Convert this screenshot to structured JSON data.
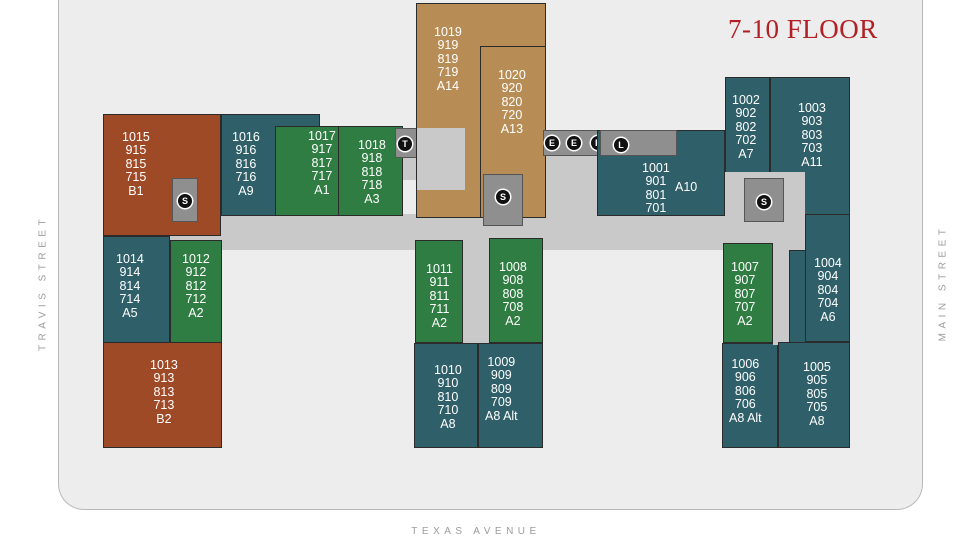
{
  "title": "7-10 FLOOR",
  "streets": {
    "left": "TRAVIS STREET",
    "right": "MAIN STREET",
    "bottom": "TEXAS AVENUE"
  },
  "colors": {
    "type_b": "#9f4a27",
    "type_a_teal": "#2f5f68",
    "type_a_green": "#2f7d42",
    "type_a14": "#b88d55",
    "core": "#9a9a9a",
    "title": "#b21f24"
  },
  "units": {
    "u1015": [
      "1015",
      "915",
      "815",
      "715",
      "B1"
    ],
    "u1016": [
      "1016",
      "916",
      "816",
      "716",
      "A9"
    ],
    "u1017": [
      "1017",
      "917",
      "817",
      "717",
      "A1"
    ],
    "u1018": [
      "1018",
      "918",
      "818",
      "718",
      "A3"
    ],
    "u1019": [
      "1019",
      "919",
      "819",
      "719",
      "A14"
    ],
    "u1020": [
      "1020",
      "920",
      "820",
      "720",
      "A13"
    ],
    "u1001": [
      "1001",
      "901",
      "801",
      "701"
    ],
    "u1001_type": "A10",
    "u1002": [
      "1002",
      "902",
      "802",
      "702",
      "A7"
    ],
    "u1003": [
      "1003",
      "903",
      "803",
      "703",
      "A11"
    ],
    "u1014": [
      "1014",
      "914",
      "814",
      "714",
      "A5"
    ],
    "u1012": [
      "1012",
      "912",
      "812",
      "712",
      "A2"
    ],
    "u1013": [
      "1013",
      "913",
      "813",
      "713",
      "B2"
    ],
    "u1011": [
      "1011",
      "911",
      "811",
      "711",
      "A2"
    ],
    "u1008": [
      "1008",
      "908",
      "808",
      "708",
      "A2"
    ],
    "u1010": [
      "1010",
      "910",
      "810",
      "710",
      "A8"
    ],
    "u1009": [
      "1009",
      "909",
      "809",
      "709",
      "A8 Alt"
    ],
    "u1007": [
      "1007",
      "907",
      "807",
      "707",
      "A2"
    ],
    "u1006": [
      "1006",
      "906",
      "806",
      "706",
      "A8 Alt"
    ],
    "u1004": [
      "1004",
      "904",
      "804",
      "704",
      "A6"
    ],
    "u1005": [
      "1005",
      "905",
      "805",
      "705",
      "A8"
    ]
  },
  "badges": {
    "stair": "S",
    "trash": "T",
    "elevator": "E",
    "lobby": "L"
  }
}
